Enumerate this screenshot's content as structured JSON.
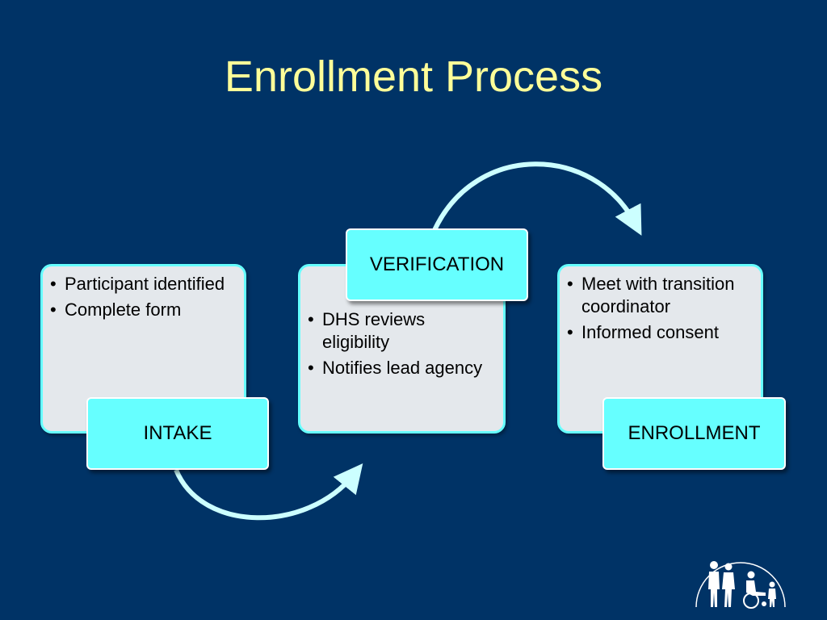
{
  "title": "Enrollment Process",
  "steps": [
    {
      "label": "INTAKE",
      "bullets": [
        "Participant identified",
        "Complete form"
      ]
    },
    {
      "label": "VERIFICATION",
      "bullets": [
        "DHS reviews eligibility",
        "Notifies lead agency"
      ]
    },
    {
      "label": "ENROLLMENT",
      "bullets": [
        "Meet with transition coordinator",
        "Informed consent"
      ]
    }
  ],
  "logo": {
    "icon": "people-family-silhouette-icon"
  },
  "colors": {
    "background": "#003366",
    "title": "#FFFF99",
    "label_fill": "#66FFFF",
    "card_fill": "#E4E8EC",
    "arrow": "#CCFFFF"
  }
}
